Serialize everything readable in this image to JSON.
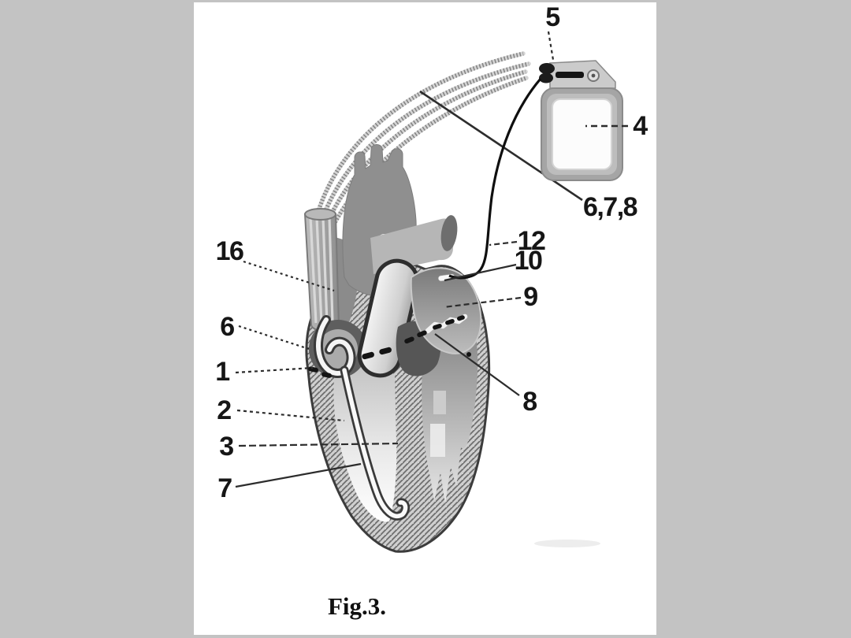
{
  "figure": {
    "caption": "Fig.3.",
    "labels": {
      "n5": "5",
      "n4": "4",
      "n678": "6,7,8",
      "n12": "12",
      "n10": "10",
      "n9": "9",
      "n8": "8",
      "n16": "16",
      "n6": "6",
      "n1": "1",
      "n2": "2",
      "n3": "3",
      "n7": "7"
    },
    "colors": {
      "matte_background": "#c3c3c3",
      "page_background": "#ffffff",
      "ink": "#161616",
      "illustration_gray": "#8f8f8f"
    }
  }
}
